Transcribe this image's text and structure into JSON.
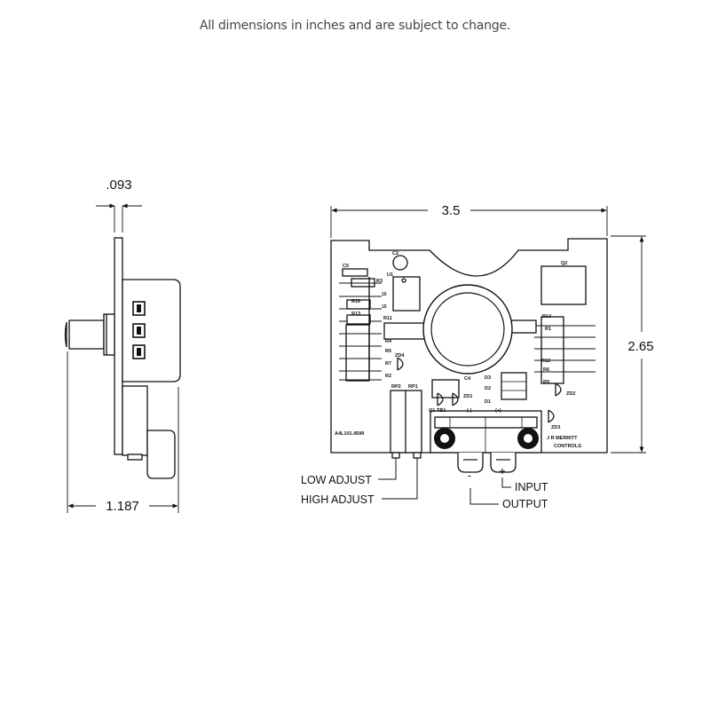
{
  "header": {
    "note": "All dimensions in inches and are subject to change."
  },
  "dimensions": {
    "thickness": ".093",
    "depth": "1.187",
    "width": "3.5",
    "height": "2.65"
  },
  "callouts": {
    "low_adjust": "LOW ADJUST",
    "high_adjust": "HIGH ADJUST",
    "input": "INPUT",
    "output": "OUTPUT",
    "minus": "-",
    "plus": "+"
  },
  "board_labels": {
    "c5": "C5",
    "r3": "R3",
    "r16": "R16",
    "r13": "R13",
    "r11": "R11",
    "r4": "R4",
    "r5": "R5",
    "r7": "R7",
    "r2": "R2",
    "c2": "C2",
    "u1": "U1",
    "q2": "Q2",
    "r14": "R14",
    "r1": "R1",
    "r12": "R12",
    "r6": "R6",
    "r9": "R9",
    "zd4": "ZD4",
    "zd2": "ZD2",
    "zd1": "ZD1",
    "zd3": "ZD3",
    "rp2": "RP2",
    "rp1": "RP1",
    "c4": "C4",
    "tb1": "TB1",
    "d1": "D1",
    "d2": "D2",
    "d3": "D3",
    "q1": "Q1",
    "neg": "(-)",
    "pos": "(+)",
    "part_number": "A4L101.4599",
    "maker1": "J R MERRITT",
    "maker2": "CONTROLS",
    "n10": "10",
    "n15": "15"
  }
}
